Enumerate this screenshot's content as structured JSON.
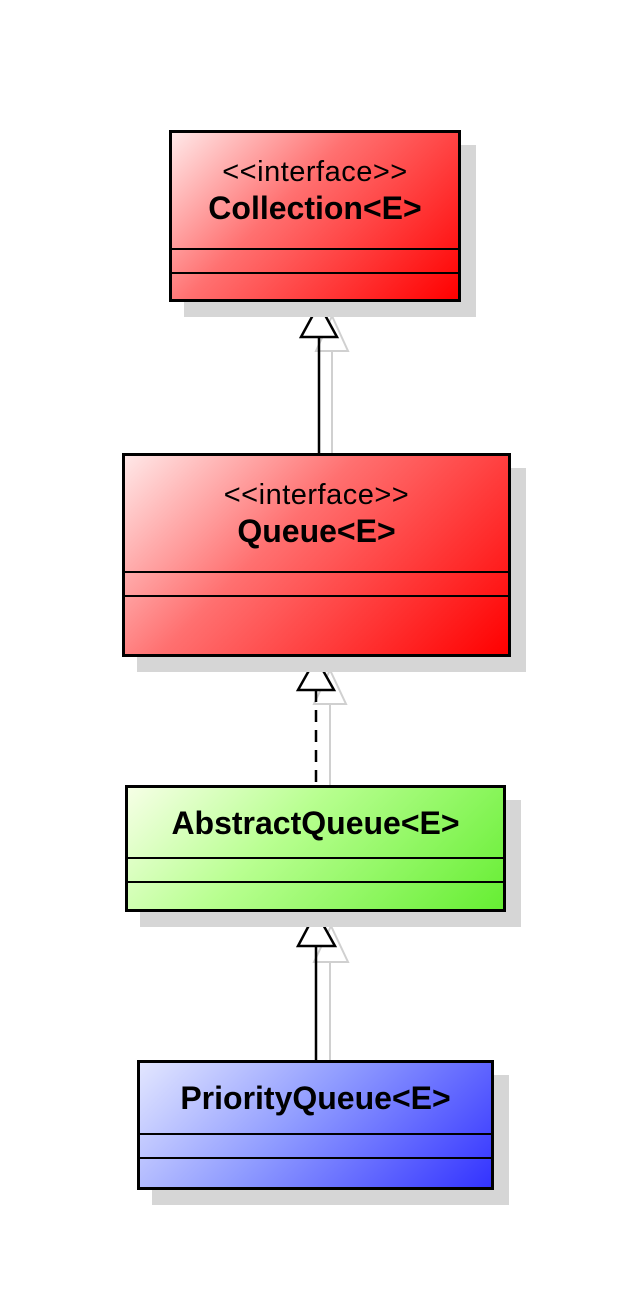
{
  "colors": {
    "interface_fill": "#ff0000",
    "abstract_fill": "#66ee33",
    "concrete_fill": "#3333ff",
    "stroke": "#000000",
    "shadow": "#d6d6d6"
  },
  "classes": [
    {
      "id": "collection",
      "stereotype": "<<interface>>",
      "name": "Collection<E>"
    },
    {
      "id": "queue",
      "stereotype": "<<interface>>",
      "name": "Queue<E>"
    },
    {
      "id": "abstract_queue",
      "stereotype": "",
      "name": "AbstractQueue<E>"
    },
    {
      "id": "priority_queue",
      "stereotype": "",
      "name": "PriorityQueue<E>"
    }
  ],
  "relations": [
    {
      "from": "queue",
      "to": "collection",
      "type": "generalization",
      "style": "solid"
    },
    {
      "from": "abstract_queue",
      "to": "queue",
      "type": "realization",
      "style": "dashed"
    },
    {
      "from": "priority_queue",
      "to": "abstract_queue",
      "type": "generalization",
      "style": "solid"
    }
  ]
}
